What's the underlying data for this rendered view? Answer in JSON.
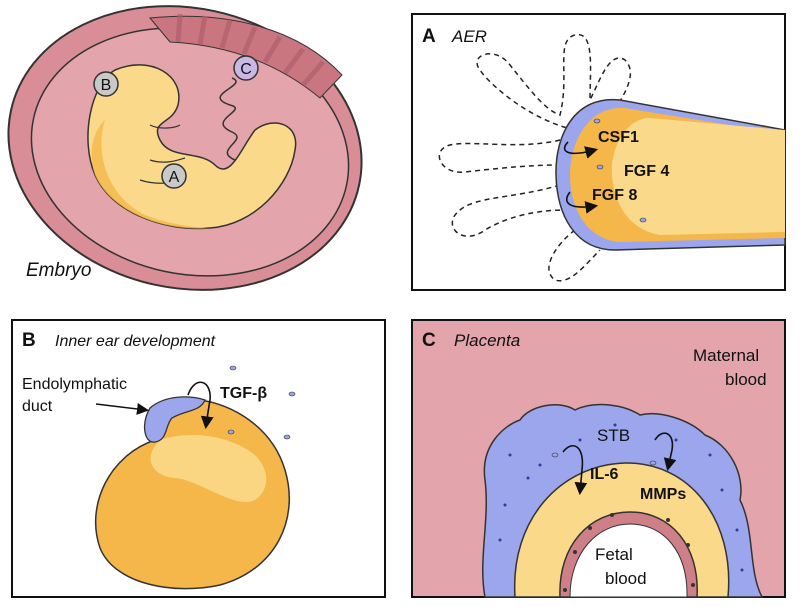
{
  "embryo": {
    "label": "Embryo",
    "markers": {
      "a": "A",
      "b": "B",
      "c": "C"
    },
    "colors": {
      "uterus": "#e3a5ab",
      "wall": "#cf7f88",
      "embryo": "#fbd98a",
      "embryo_dark": "#f5b64a",
      "marker": "#c9c9c9",
      "marker_c": "#c9b7e6"
    }
  },
  "panel_a": {
    "letter": "A",
    "title": "AER",
    "factors": [
      "CSF1",
      "FGF 4",
      "FGF 8"
    ],
    "colors": {
      "limb": "#fbd98a",
      "limb_dark": "#f5b64a",
      "aer": "#9ba6ec"
    }
  },
  "panel_b": {
    "letter": "B",
    "title": "Inner ear development",
    "duct_label_1": "Endolymphatic",
    "duct_label_2": "duct",
    "factor": "TGF-β",
    "colors": {
      "vesicle": "#f5b64a",
      "vesicle_light": "#fbd98a",
      "duct": "#9ba6ec"
    }
  },
  "panel_c": {
    "letter": "C",
    "title": "Placenta",
    "maternal_1": "Maternal",
    "maternal_2": "blood",
    "stb": "STB",
    "factor_1": "IL-6",
    "factor_2": "MMPs",
    "fetal_1": "Fetal",
    "fetal_2": "blood",
    "colors": {
      "background": "#e3a5ab",
      "stb": "#9ba6ec",
      "trophoblast": "#fbd98a",
      "vessel": "#cf7f88"
    }
  }
}
